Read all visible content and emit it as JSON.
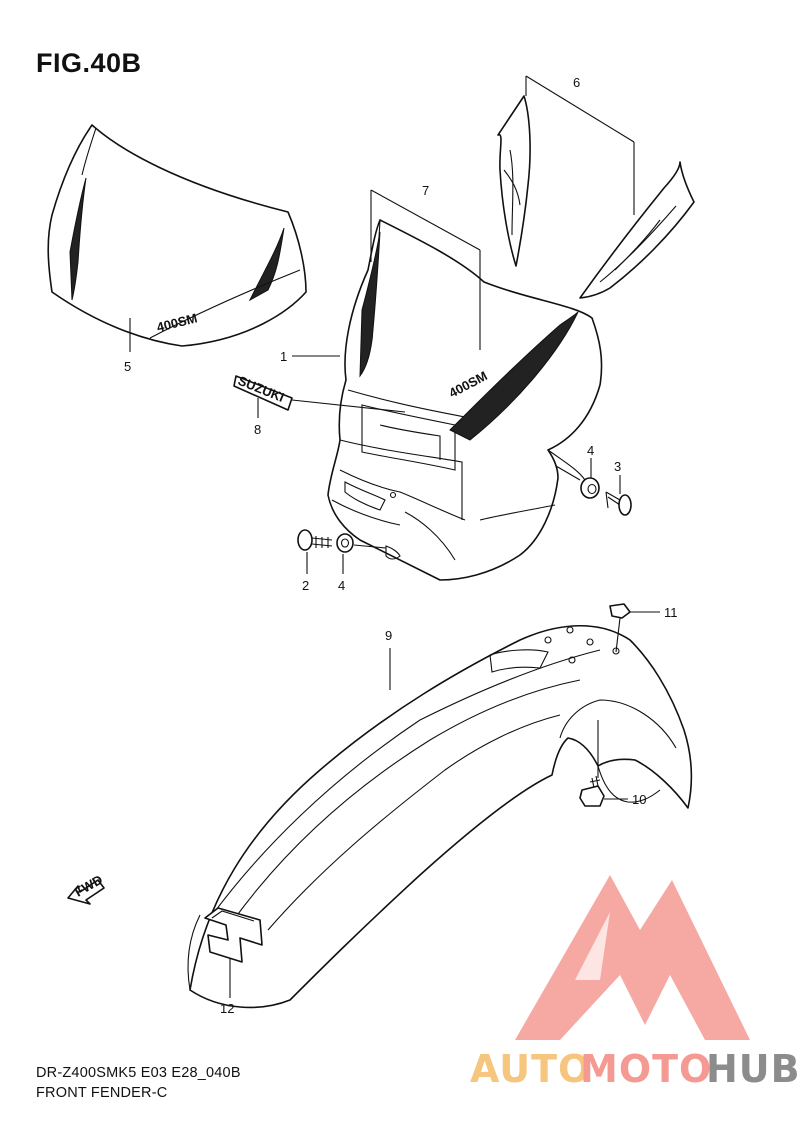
{
  "figure": {
    "title": "FIG.40B",
    "footer_code": "DR-Z400SMK5 E03 E28_040B",
    "footer_name": "FRONT FENDER-C"
  },
  "callouts": [
    "1",
    "2",
    "3",
    "4",
    "4",
    "5",
    "6",
    "7",
    "8",
    "9",
    "10",
    "11",
    "12"
  ],
  "decal_text": {
    "brand": "SUZUKI",
    "model": "400SM",
    "arrow": "FWD"
  },
  "watermark": {
    "parts": [
      "AUTO",
      "MOTO",
      "HUB"
    ],
    "colors": {
      "auto": "#f6c57e",
      "moto": "#f59a93",
      "hub": "#8c8c8c",
      "logo": "#f59a93"
    }
  }
}
